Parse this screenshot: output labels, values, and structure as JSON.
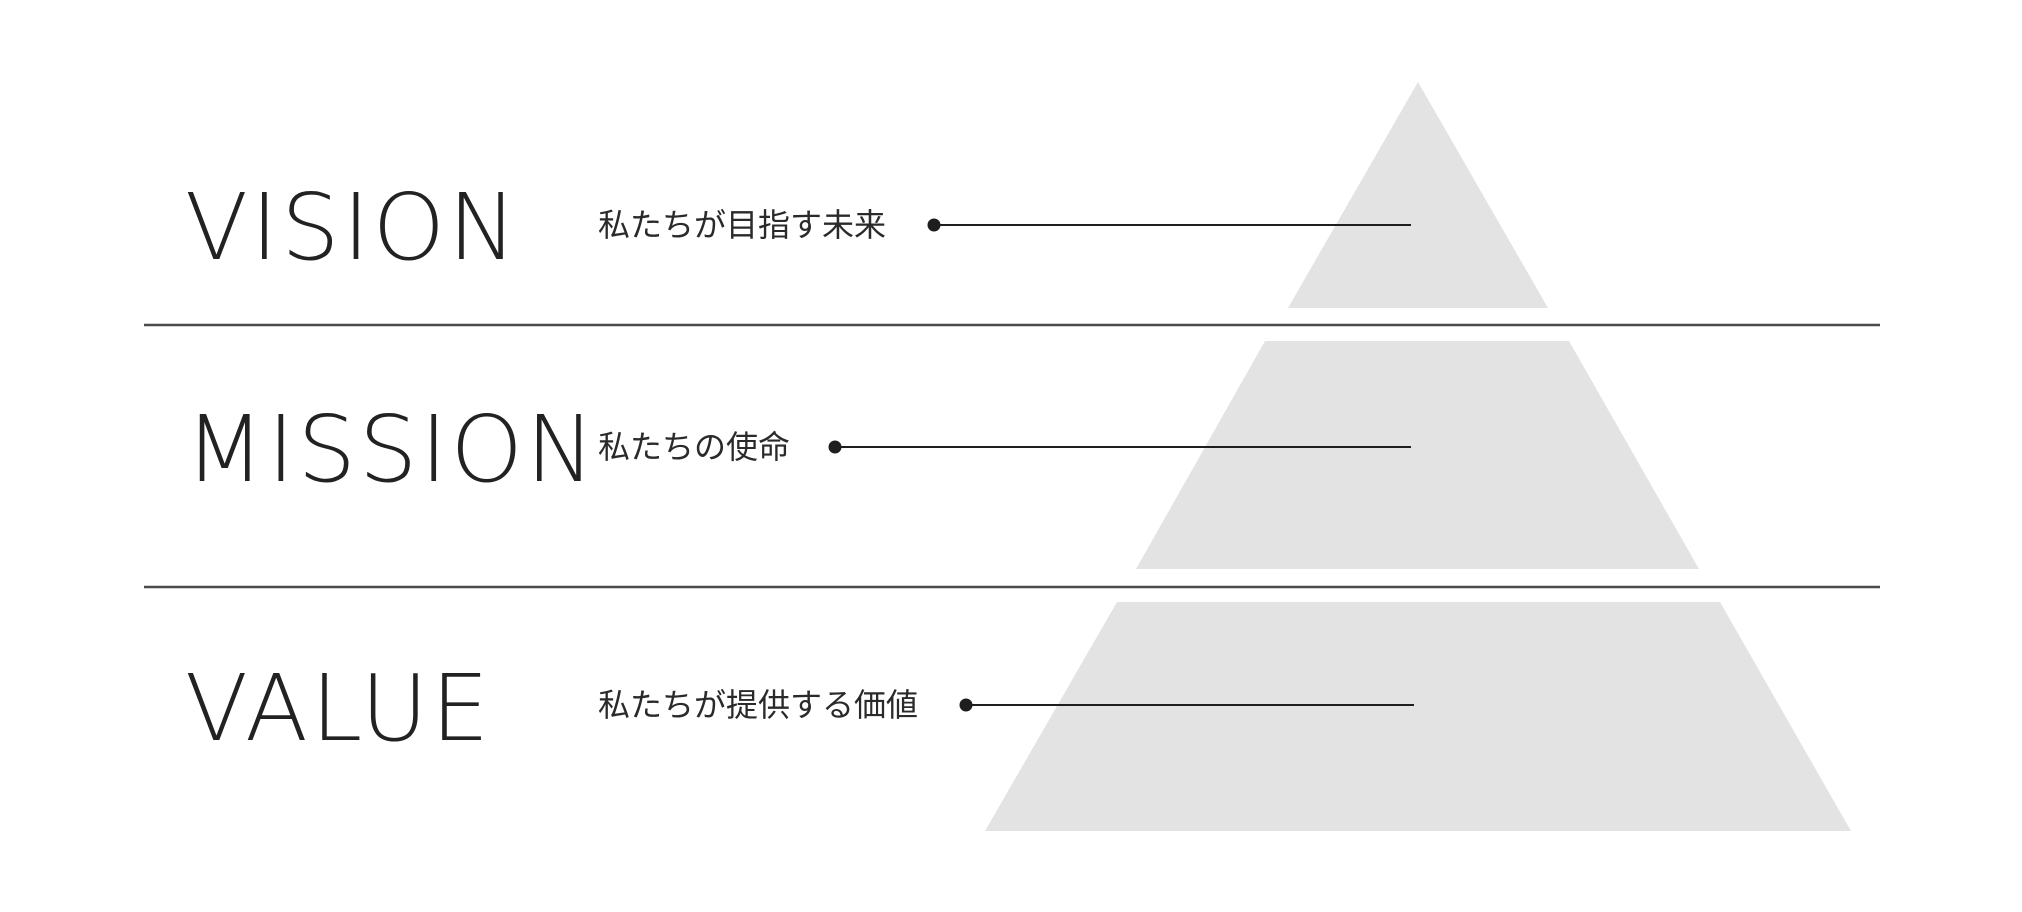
{
  "diagram": {
    "levels": [
      {
        "title": "VISION",
        "description": "私たちが目指す未来"
      },
      {
        "title": "MISSION",
        "description": "私たちの使命"
      },
      {
        "title": "VALUE",
        "description": "私たちが提供する価値"
      }
    ],
    "colors": {
      "pyramid_fill": "#e3e3e3",
      "text": "#222222",
      "divider": "#4a4a4a",
      "leader_line": "#1e1e1e",
      "background": "#ffffff"
    }
  }
}
